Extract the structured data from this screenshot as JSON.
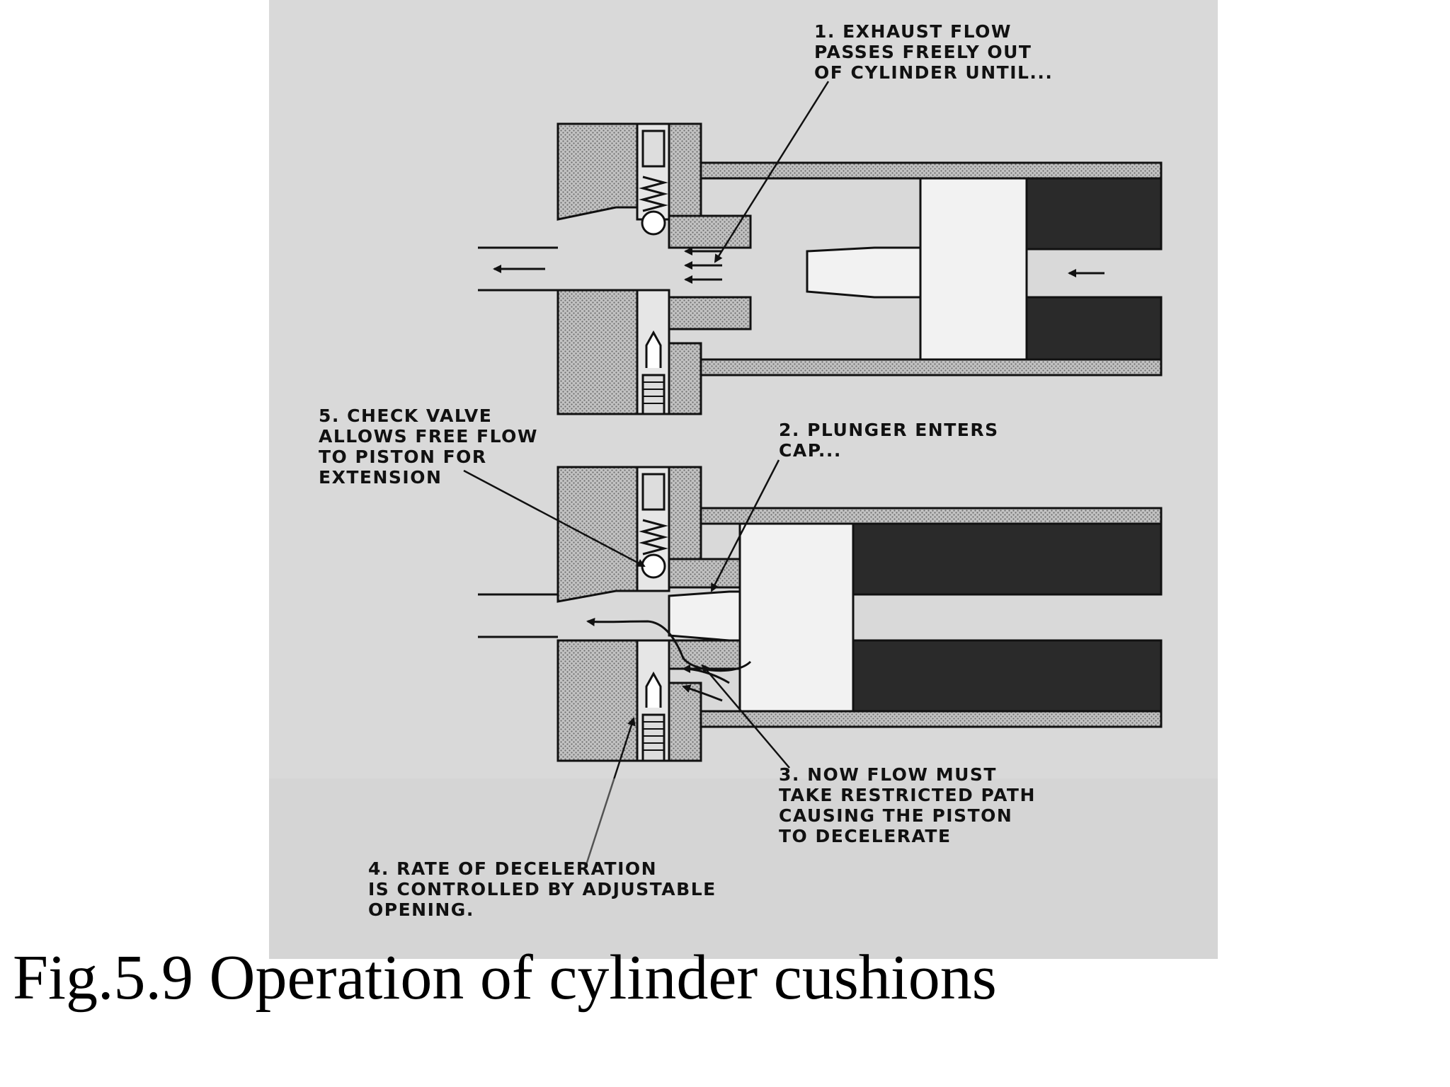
{
  "labels": {
    "label1": "1. EXHAUST FLOW\nPASSES FREELY OUT\nOF CYLINDER UNTIL...",
    "label2": "2. PLUNGER ENTERS\nCAP...",
    "label3": "3. NOW FLOW MUST\nTAKE RESTRICTED PATH\nCAUSING THE PISTON\nTO DECELERATE",
    "label4": "4. RATE OF DECELERATION\nIS CONTROLLED BY ADJUSTABLE\nOPENING.",
    "label5": "5. CHECK VALVE\nALLOWS FREE FLOW\nTO PISTON FOR\nEXTENSION"
  },
  "caption": "Fig.5.9  Operation of cylinder cushions",
  "colors": {
    "scan_background": "#d9d9d9",
    "ink": "#111111",
    "body_fill": "#b0b0b0",
    "piston_fill": "#2a2a2a"
  }
}
